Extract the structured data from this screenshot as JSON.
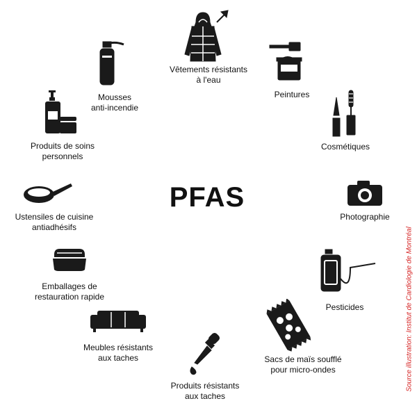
{
  "center_title": "PFAS",
  "credit": "Source illustration: Institut de Cardiologie de Montréal",
  "colors": {
    "icon": "#1a1a1a",
    "text": "#111111",
    "credit": "#d62626",
    "background": "#ffffff"
  },
  "items": [
    {
      "icon": "jacket-icon",
      "line1": "Vêtements résistants",
      "line2": "à l'eau"
    },
    {
      "icon": "paint-can-icon",
      "line1": "Peintures",
      "line2": ""
    },
    {
      "icon": "cosmetics-icon",
      "line1": "Cosmétiques",
      "line2": ""
    },
    {
      "icon": "camera-icon",
      "line1": "Photographie",
      "line2": ""
    },
    {
      "icon": "pesticide-sprayer-icon",
      "line1": "Pesticides",
      "line2": ""
    },
    {
      "icon": "popcorn-bag-icon",
      "line1": "Sacs de maïs soufflé",
      "line2": "pour micro-ondes"
    },
    {
      "icon": "dropper-icon",
      "line1": "Produits résistants",
      "line2": "aux taches"
    },
    {
      "icon": "sofa-icon",
      "line1": "Meubles résistants",
      "line2": "aux taches"
    },
    {
      "icon": "food-container-icon",
      "line1": "Emballages de",
      "line2": "restauration rapide"
    },
    {
      "icon": "frying-pan-icon",
      "line1": "Ustensiles de cuisine",
      "line2": "antiadhésifs"
    },
    {
      "icon": "personal-care-icon",
      "line1": "Produits de soins",
      "line2": "personnels"
    },
    {
      "icon": "fire-extinguisher-icon",
      "line1": "Mousses",
      "line2": "anti-incendie"
    }
  ]
}
